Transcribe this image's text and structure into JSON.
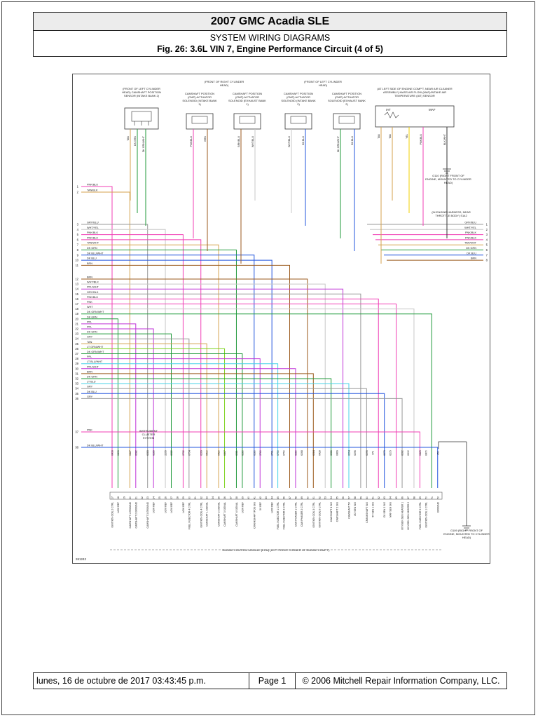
{
  "header": {
    "title": "2007 GMC Acadia SLE",
    "subtitle": "SYSTEM WIRING DIAGRAMS",
    "figure": "Fig. 26: 3.6L VIN 7, Engine Performance Circuit (4 of 5)"
  },
  "footer": {
    "date": "lunes, 16 de octubre de 2017 03:43:45 p.m.",
    "page": "Page 1",
    "copyright": "© 2006 Mitchell Repair Information Company, LLC."
  },
  "diagram": {
    "figure_id": "261242",
    "components": {
      "cmp_sensor": "(FRONT OF LEFT CYLINDER HEAD) CAMSHAFT POSITION SENSOR (INTAKE BANK 2)",
      "right_head_group": "(FRONT OF RIGHT CYLINDER HEAD)",
      "left_head_group": "(FRONT OF LEFT CYLINDER HEAD)",
      "sol_intake_b1": "CAMSHAFT POSITION (CMP) ACTUATOR SOLENOID (INTAKE BANK 1)",
      "sol_exhaust_b1": "CAMSHAFT POSITION (CMP) ACTUATOR SOLENOID (EXHAUST BANK 1)",
      "sol_intake_b2": "CAMSHAFT POSITION (CMP) ACTUATOR SOLENOID (INTAKE BANK 2)",
      "sol_exhaust_b2": "CAMSHAFT POSITION (CMP) ACTUATOR SOLENOID (EXHAUST BANK 2)",
      "maf_sensor": "(AT LEFT SIDE OF ENGINE COMP'T, NEAR AIR CLEANER ASSEMBLY) MASS AIR FLOW (MAF)/INTAKE AIR TEMPERATURE (IAT) SENSOR",
      "iat": "IAT",
      "maf": "MAF",
      "ground_g110": "G110 (RIGHT FRONT OF ENGINE, MOUNTED TO CYLINDER HEAD)",
      "harness_splice": "(IN ENGINE HARNESS, NEAR THROTTLE BODY) S142",
      "ground_g109": "G109 (RIGHT FRONT OF ENGINE, MOUNTED TO CYLINDER HEAD)",
      "ecm": "ENGINE CONTROL MODULE (ECM) (LEFT FRONT CORNER OF ENGINE COMP'T)",
      "instrument_cluster": "INSTRUMENT CLUSTER SYSTEM"
    },
    "left_wires": [
      {
        "n": "1",
        "label": "PNK/BLK"
      },
      {
        "n": "2",
        "label": "TAN/BLK"
      },
      {
        "n": "3",
        "label": "GRY/BLU"
      },
      {
        "n": "4",
        "label": "WHT/YEL"
      },
      {
        "n": "5",
        "label": "PNK/BLK"
      },
      {
        "n": "6",
        "label": "PNK/BLK"
      },
      {
        "n": "7",
        "label": "TAN/WHT"
      },
      {
        "n": "8",
        "label": "DK GRN"
      },
      {
        "n": "9",
        "label": "DK BLU/WHT"
      },
      {
        "n": "10",
        "label": "DK BLU"
      },
      {
        "n": "11",
        "label": "BRN"
      },
      {
        "n": "12",
        "label": "BRN"
      },
      {
        "n": "13",
        "label": "WHT/BLK"
      },
      {
        "n": "14",
        "label": "PPL/WHT"
      },
      {
        "n": "15",
        "label": "GRY/BLK"
      },
      {
        "n": "16",
        "label": "PNK/BLK"
      },
      {
        "n": "17",
        "label": "PNK"
      },
      {
        "n": "18",
        "label": "WHT"
      },
      {
        "n": "19",
        "label": "DK GRN/WHT"
      },
      {
        "n": "20",
        "label": "DK GRN"
      },
      {
        "n": "21",
        "label": "PPL"
      },
      {
        "n": "22",
        "label": "PPL"
      },
      {
        "n": "23",
        "label": "DK GRN"
      },
      {
        "n": "24",
        "label": "GRY"
      },
      {
        "n": "25",
        "label": "TAN"
      },
      {
        "n": "26",
        "label": "LT GRN/WHT"
      },
      {
        "n": "27",
        "label": "DK GRN/WHT"
      },
      {
        "n": "28",
        "label": "PPL"
      },
      {
        "n": "29",
        "label": "LT BLU/WHT"
      },
      {
        "n": "30",
        "label": "PPL/WHT"
      },
      {
        "n": "31",
        "label": "BRN"
      },
      {
        "n": "32",
        "label": "DK GRN"
      },
      {
        "n": "33",
        "label": "LT BLU"
      },
      {
        "n": "34",
        "label": "GRY"
      },
      {
        "n": "35",
        "label": "DK BLU"
      },
      {
        "n": "36",
        "label": "GRY"
      },
      {
        "n": "37",
        "label": "PNK"
      },
      {
        "n": "38",
        "label": "DK BLU/WHT"
      }
    ],
    "right_wires": [
      {
        "n": "1",
        "label": "GRY/BLU"
      },
      {
        "n": "2",
        "label": "WHT/YEL"
      },
      {
        "n": "3",
        "label": "PNK/BLK"
      },
      {
        "n": "4",
        "label": "PNK/BLK"
      },
      {
        "n": "5",
        "label": "TAN/WHT"
      },
      {
        "n": "6",
        "label": "DK GRN"
      },
      {
        "n": "7",
        "label": "DK BLU"
      },
      {
        "n": "8",
        "label": "BRN"
      }
    ],
    "pins": [
      "17",
      "18",
      "19",
      "20",
      "21",
      "22",
      "23",
      "24",
      "25",
      "26",
      "27",
      "28",
      "29",
      "30",
      "31",
      "32",
      "33",
      "34",
      "35",
      "36",
      "37",
      "38",
      "39",
      "40",
      "41",
      "42",
      "43",
      "44",
      "45",
      "46",
      "47",
      "48",
      "49",
      "50",
      "51",
      "52",
      "53",
      "54",
      "55",
      "56",
      "57",
      "58",
      "59",
      "60",
      "61",
      "62",
      "63",
      "64",
      "65",
      "66",
      "67",
      "68",
      "69",
      "70",
      "71",
      "72"
    ],
    "ecm_circuits": [
      "IGNITION COIL 2 CTRL",
      "LOW REF",
      "CAMSHAFT 1 GROUND",
      "CAMSHAFT 2 GROUND",
      "CAMSHAFT 3 GROUND",
      "LOW REF",
      "LOW REF",
      "LOW REF",
      "LOW REF",
      "FUEL INJECTOR 4 CTRL",
      "IGNITION COIL 4 CTRL",
      "CAMSHAFT 1 SIGNAL",
      "CAMSHAFT 2 SIGNAL",
      "CAMSHAFT 3 SIGNAL",
      "CAMSHAFT 4 SIGNAL",
      "LOW REF",
      "CRANKSHAFT POS SIG",
      "5V REF",
      "LOW REF",
      "FUEL INJECTOR 1 CTRL",
      "FUEL INJECTOR 2 CTRL",
      "CAM PHASER 1 CTRL",
      "CAM PHASER 2 CTRL",
      "IGNITION COIL 3 CTRL",
      "IGNITION COIL 6 CTRL",
      "CAMSHAFT 4 SIG",
      "CAMSHAFT 2 SIG",
      "CAMSHAFT 5V",
      "IAT SEN SIG",
      "CRANKSHAFT SIG",
      "5V SEN 1 SIG",
      "O2 SEN 2 SIG",
      "MAF SEN SIG",
      "OXYGEN SEN HEATER 1",
      "OXYGEN SEN HEATER 2",
      "FUEL INJECTOR 5 CTRL",
      "IGNITION COIL 1 CTRL",
      "GROUND"
    ],
    "wire_callouts": [
      "6408",
      "6406",
      "6427",
      "6282",
      "6283",
      "6285",
      "2295",
      "6222",
      "2752",
      "6754",
      "6269",
      "6410",
      "6420",
      "6467",
      "6281",
      "6280",
      "6280",
      "2760",
      "2761",
      "6750",
      "6750",
      "6280",
      "6268",
      "6284",
      "6428",
      "6286",
      "6469",
      "6294",
      "6296",
      "6295",
      "472",
      "6273",
      "6205",
      "6262",
      "6302",
      "6425",
      "6470",
      "450"
    ]
  }
}
